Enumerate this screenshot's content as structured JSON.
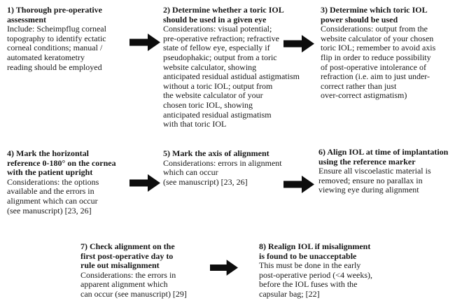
{
  "figure": {
    "background_color": "#ffffff",
    "text_color": "#161616",
    "arrow_color": "#0d0d0d",
    "steps": [
      {
        "number": "1",
        "title_lines": [
          "1) Thorough pre-operative",
          "assessment"
        ],
        "body_lines": [
          "Include: Scheimpflug corneal",
          "topography to identify ectatic",
          "corneal conditions; manual /",
          "automated keratometry",
          "reading should be employed"
        ]
      },
      {
        "number": "2",
        "title_lines": [
          "2) Determine whether a toric IOL",
          "should be used in a given eye"
        ],
        "body_lines": [
          "Considerations: visual potential;",
          "pre-operative refraction; refractive",
          "state of fellow eye, especially if",
          "pseudophakic; output from a toric",
          "website calculator, showing",
          "anticipated residual astidual astigmatism",
          "without a toric IOL; output from",
          "the website calculator of your",
          "chosen toric IOL, showing",
          "anticipated residual astigmatism",
          "with that toric IOL"
        ]
      },
      {
        "number": "3",
        "title_lines": [
          "3) Determine which toric IOL",
          "power should be used"
        ],
        "body_lines": [
          "Considerations: output from the",
          "website calculator of your chosen",
          "toric IOL; remember to avoid axis",
          "flip in order to reduce possibility",
          "of post-operative intolerance of",
          "refraction (i.e. aim to just under-",
          "correct rather than just",
          "over-correct astigmatism)"
        ]
      },
      {
        "number": "4",
        "title_lines": [
          "4) Mark the horizontal",
          "reference 0-180° on the cornea",
          "with the patient upright"
        ],
        "body_lines": [
          "Considerations: the options",
          "available and the errors in",
          "alignment which can occur",
          "(see manuscript) [23, 26]"
        ]
      },
      {
        "number": "5",
        "title_lines": [
          "5) Mark the axis of alignment"
        ],
        "body_lines": [
          "Considerations: errors in alignment",
          "which can occur",
          "(see manuscript) [23, 26]"
        ]
      },
      {
        "number": "6",
        "title_lines": [
          "6) Align IOL at time of implantation",
          "using the reference marker"
        ],
        "body_lines": [
          "Ensure all viscoelastic material is",
          "removed; ensure no parallax in",
          "viewing eye during alignment"
        ]
      },
      {
        "number": "7",
        "title_lines": [
          "7) Check alignment on the",
          "first post-operative day to",
          "rule out misalignment"
        ],
        "body_lines": [
          "Considerations: the errors in",
          "apparent alignment which",
          "can occur (see manuscript) [29]"
        ]
      },
      {
        "number": "8",
        "title_lines": [
          "8) Realign IOL if misalignment",
          "is found to be unacceptable"
        ],
        "body_lines": [
          "This must be done in the early",
          "post-operative period (<4 weeks),",
          "before the IOL fuses with the",
          "capsular bag; [22]"
        ]
      }
    ]
  }
}
